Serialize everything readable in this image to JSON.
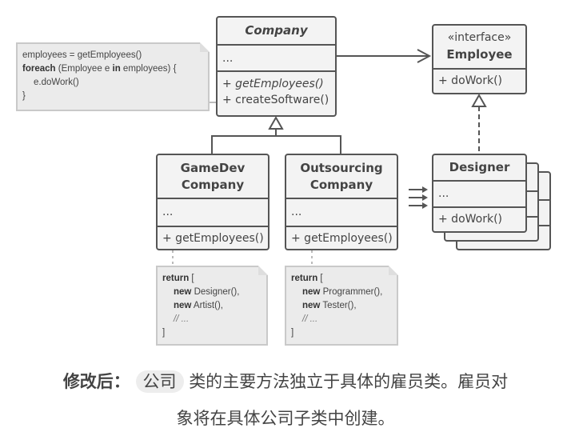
{
  "diagram": {
    "company": {
      "name": "Company",
      "attrs": "...",
      "methods": [
        "+ getEmployees()",
        "+ createSoftware()"
      ]
    },
    "employee": {
      "stereotype": "«interface»",
      "name": "Employee",
      "methods": [
        "+ doWork()"
      ]
    },
    "gamedev": {
      "name_line1": "GameDev",
      "name_line2": "Company",
      "attrs": "...",
      "methods": [
        "+ getEmployees()"
      ]
    },
    "outsourcing": {
      "name_line1": "Outsourcing",
      "name_line2": "Company",
      "attrs": "...",
      "methods": [
        "+ getEmployees()"
      ]
    },
    "designer": {
      "name": "Designer",
      "attrs": "...",
      "methods": [
        "+ doWork()"
      ]
    },
    "note_company": {
      "line1": "employees = getEmployees()",
      "line2_kw": "foreach",
      "line2_a": " (Employee e ",
      "line2_kw2": "in",
      "line2_b": " employees) {",
      "line3": "e.doWork()",
      "line4": "}"
    },
    "note_gamedev": {
      "ret": "return",
      "open": " [",
      "new": "new",
      "item1": " Designer(),",
      "item2": " Artist(),",
      "comment": "// ...",
      "close": "]"
    },
    "note_outsourcing": {
      "ret": "return",
      "open": " [",
      "new": "new",
      "item1": " Programmer(),",
      "item2": " Tester(),",
      "comment": "// ...",
      "close": "]"
    }
  },
  "caption": {
    "label": "修改后：",
    "chip": "公司",
    "line1_rest": "类的主要方法独立于具体的雇员类。雇员对",
    "line2": "象将在具体公司子类中创建。"
  }
}
